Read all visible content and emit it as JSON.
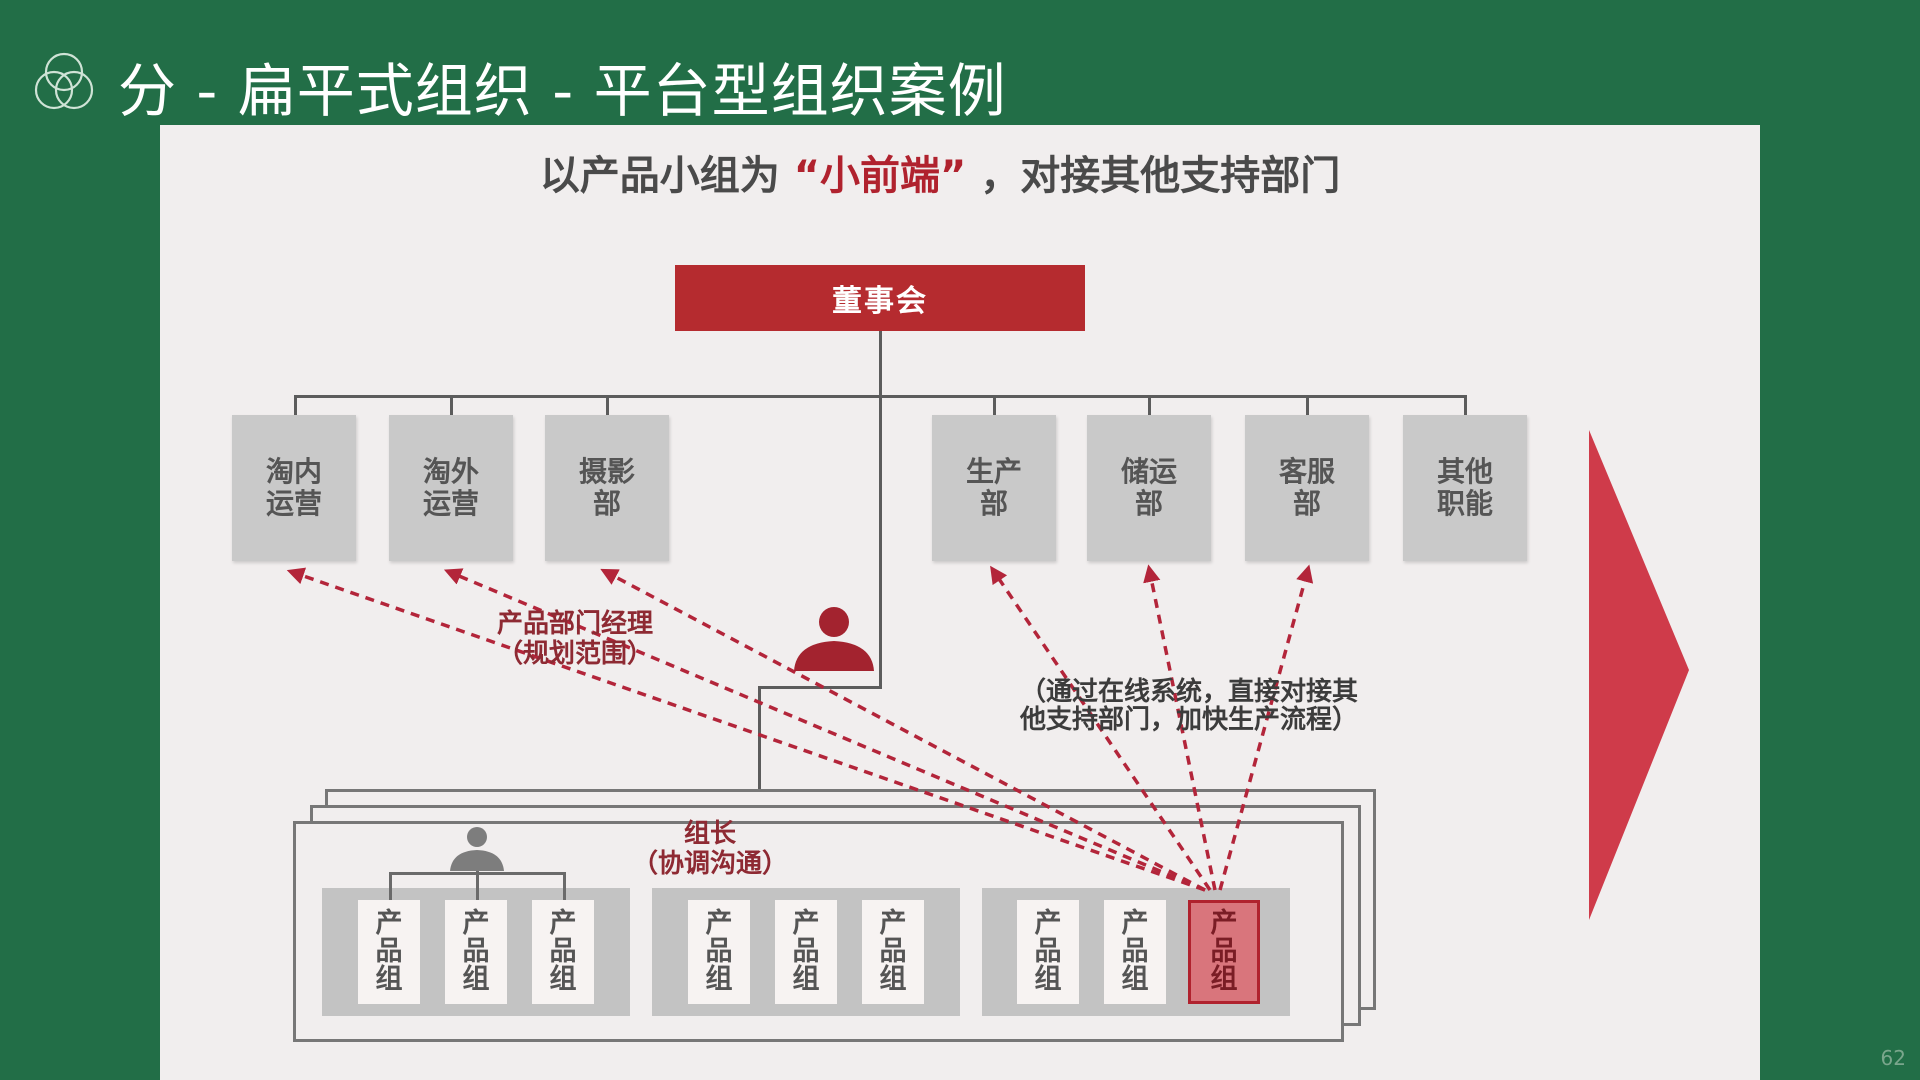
{
  "slide": {
    "title": "分 - 扁平式组织 - 平台型组织案例",
    "page_number": "62"
  },
  "panel": {
    "title_before": "以产品小组为",
    "title_highlight": "“小前端”",
    "title_after": "，对接其他支持部门"
  },
  "diagram": {
    "top_node": "董事会",
    "departments": [
      {
        "line1": "淘内",
        "line2": "运营"
      },
      {
        "line1": "淘外",
        "line2": "运营"
      },
      {
        "line1": "摄影",
        "line2": "部"
      },
      {
        "line1": "生产",
        "line2": "部"
      },
      {
        "line1": "储运",
        "line2": "部"
      },
      {
        "line1": "客服",
        "line2": "部"
      },
      {
        "line1": "其他",
        "line2": "职能"
      }
    ],
    "manager_label": "产品部门经理",
    "manager_note": "（规划范围）",
    "right_note_line1": "（通过在线系统，直接对接其",
    "right_note_line2": "他支持部门，加快生产流程）",
    "leader_label": "组长",
    "leader_note": "（协调沟通）",
    "product_group_label": "产品组",
    "product_groups": [
      "产品组",
      "产品组",
      "产品组",
      "产品组",
      "产品组",
      "产品组",
      "产品组",
      "产品组",
      "产品组"
    ],
    "colors": {
      "accent_red": "#b52b2f",
      "dept_gray": "#c9c9c9",
      "background_green": "#226e47"
    }
  }
}
